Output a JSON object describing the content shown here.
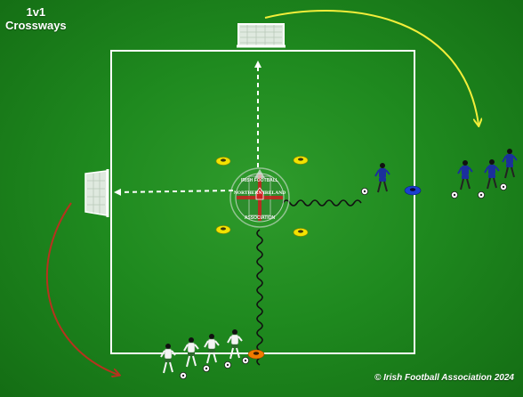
{
  "title": {
    "line1": "1v1",
    "line2": "Crossways"
  },
  "copyright": "© Irish Football Association 2024",
  "crest": {
    "text_top": "IRISH FOOTBALL",
    "text_mid": "NORTHERN IRELAND",
    "text_bottom": "ASSOCIATION"
  },
  "colors": {
    "pitch": "#1f8a1f",
    "lines": "#ffffff",
    "cone_yellow": "#f2e200",
    "cone_blue": "#1a3fd0",
    "cone_orange": "#f07a00",
    "arrow_yellow": "#f2ee3a",
    "arrow_red": "#b8321e",
    "team_blue": "#1b2f9c",
    "team_white": "#f4f4f4"
  },
  "icons": [
    "goal-icon",
    "football-icon",
    "cone-icon",
    "player-icon",
    "crest-icon"
  ]
}
